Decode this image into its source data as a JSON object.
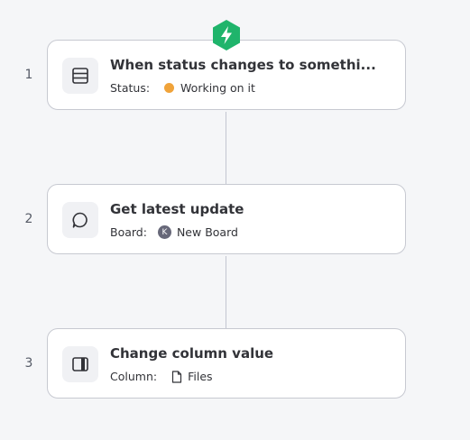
{
  "colors": {
    "trigger_badge": "#1fb46b",
    "status_working": "#f0a33a",
    "board_avatar": "#676879"
  },
  "trigger_icon": "lightning-bolt-icon",
  "steps": [
    {
      "number": "1",
      "icon": "table-rows-icon",
      "title": "When status changes to somethi...",
      "sub_label": "Status:",
      "sub_value": "Working on it"
    },
    {
      "number": "2",
      "icon": "chat-bubble-icon",
      "title": "Get latest update",
      "sub_label": "Board:",
      "avatar_letter": "K",
      "sub_value": "New Board"
    },
    {
      "number": "3",
      "icon": "column-icon",
      "title": "Change column value",
      "sub_label": "Column:",
      "sub_value": "Files"
    }
  ]
}
